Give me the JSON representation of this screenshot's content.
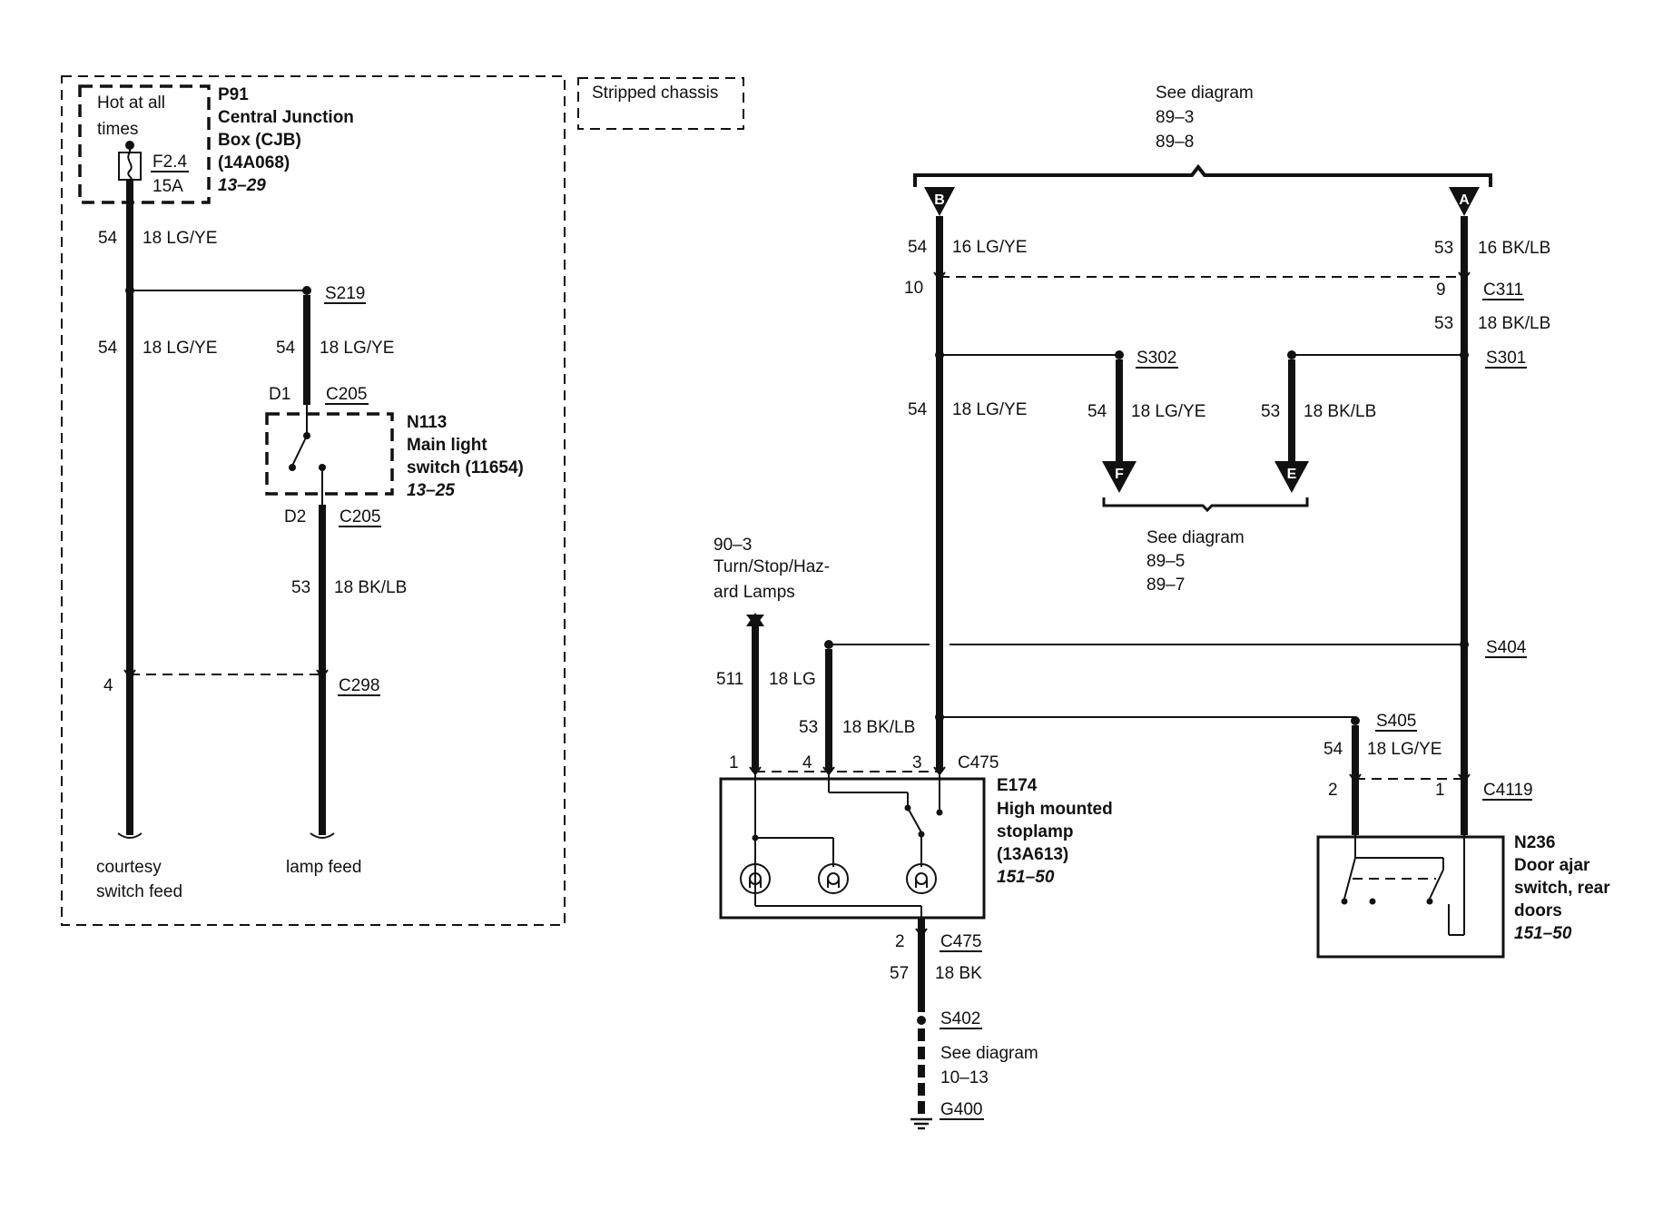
{
  "labels": {
    "hot_at_all": "Hot at all",
    "times": "times",
    "fuse_id": "F2.4",
    "fuse_rating": "15A",
    "p91_id": "P91",
    "p91_l1": "Central Junction",
    "p91_l2": "Box (CJB)",
    "p91_l3": "(14A068)",
    "p91_ref": "13–29",
    "stripped_chassis": "Stripped chassis",
    "c54a": "54",
    "g54a": "18 LG/YE",
    "c54b": "54",
    "g54b": "18 LG/YE",
    "c54c": "54",
    "g54c": "18 LG/YE",
    "s219": "S219",
    "d1": "D1",
    "c205a": "C205",
    "n113_id": "N113",
    "n113_l1": "Main light",
    "n113_l2": "switch (11654)",
    "n113_ref": "13–25",
    "d2": "D2",
    "c205b": "C205",
    "c53a": "53",
    "g53a": "18 BK/LB",
    "pin4": "4",
    "c298": "C298",
    "courtesy_1": "courtesy",
    "courtesy_2": "switch feed",
    "lamp_feed": "lamp feed",
    "see_top": "See diagram",
    "see_top_1": "89–3",
    "see_top_2": "89–8",
    "conn_b": "B",
    "conn_a": "A",
    "c54d": "54",
    "g54d": "16 LG/YE",
    "c53b": "53",
    "g53b": "16 BK/LB",
    "pin10": "10",
    "pin9": "9",
    "c311": "C311",
    "c53c": "53",
    "g53c": "18 BK/LB",
    "s302": "S302",
    "s301": "S301",
    "c54e": "54",
    "g54e": "18 LG/YE",
    "c54f": "54",
    "g54f": "18 LG/YE",
    "c53d": "53",
    "g53d": "18 BK/LB",
    "conn_f": "F",
    "conn_e": "E",
    "see_mid": "See diagram",
    "see_mid_1": "89–5",
    "see_mid_2": "89–7",
    "ref90_1": "90–3",
    "ref90_2": "Turn/Stop/Haz-",
    "ref90_3": "ard Lamps",
    "c511": "511",
    "g511": "18 LG",
    "s404": "S404",
    "c53e": "53",
    "g53e": "18 BK/LB",
    "s405": "S405",
    "c54g": "54",
    "g54g": "18 LG/YE",
    "pin1": "1",
    "pin4b": "4",
    "pin3": "3",
    "c475a": "C475",
    "e174_id": "E174",
    "e174_l1": "High mounted",
    "e174_l2": "stoplamp",
    "e174_l3": "(13A613)",
    "e174_ref": "151–50",
    "pin2a": "2",
    "pin1b": "1",
    "c4119": "C4119",
    "n236_id": "N236",
    "n236_l1": "Door ajar",
    "n236_l2": "switch, rear",
    "n236_l3": "doors",
    "n236_ref": "151–50",
    "pin2b": "2",
    "c475b": "C475",
    "c57": "57",
    "g57": "18 BK",
    "s402": "S402",
    "see_bot": "See diagram",
    "see_bot_1": "10–13",
    "g400": "G400"
  }
}
